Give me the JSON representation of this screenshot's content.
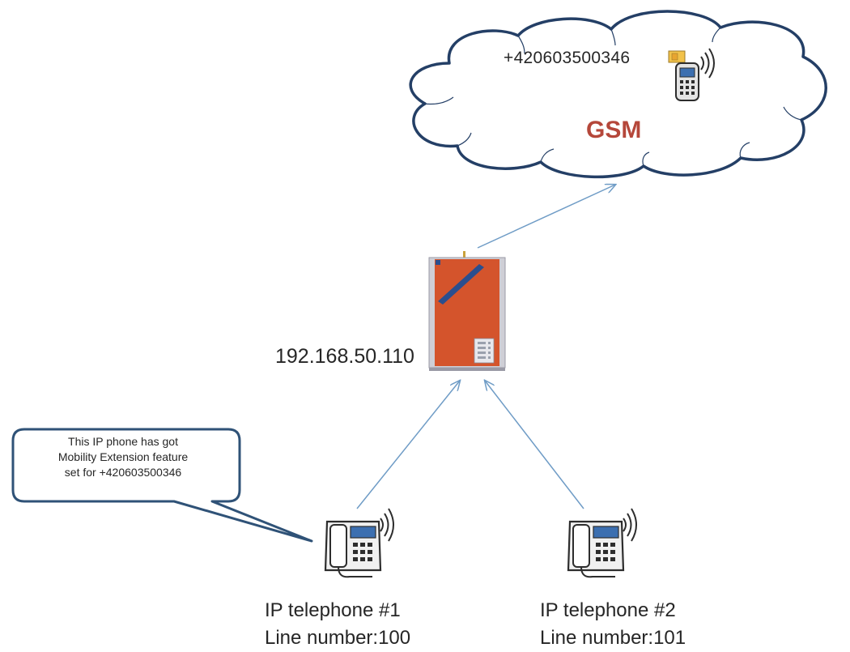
{
  "gsm_cloud": {
    "number": "+420603500346",
    "label": "GSM",
    "label_color": "#b5473a",
    "icon": "sim-mobile-phone-icon"
  },
  "gateway": {
    "ip": "192.168.50.110",
    "body_color": "#d4542c",
    "icon": "gsm-gateway-device"
  },
  "callout": {
    "line1": "This IP phone has got",
    "line2": "Mobility Extension feature",
    "line3": "set for +420603500346"
  },
  "phones": [
    {
      "name": "IP telephone #1",
      "line": "Line number:100",
      "icon": "ip-desk-phone-icon"
    },
    {
      "name": "IP telephone #2",
      "line": "Line number:101",
      "icon": "ip-desk-phone-icon"
    }
  ],
  "colors": {
    "arrow": "#6f9cc6",
    "outline": "#2f5277"
  }
}
